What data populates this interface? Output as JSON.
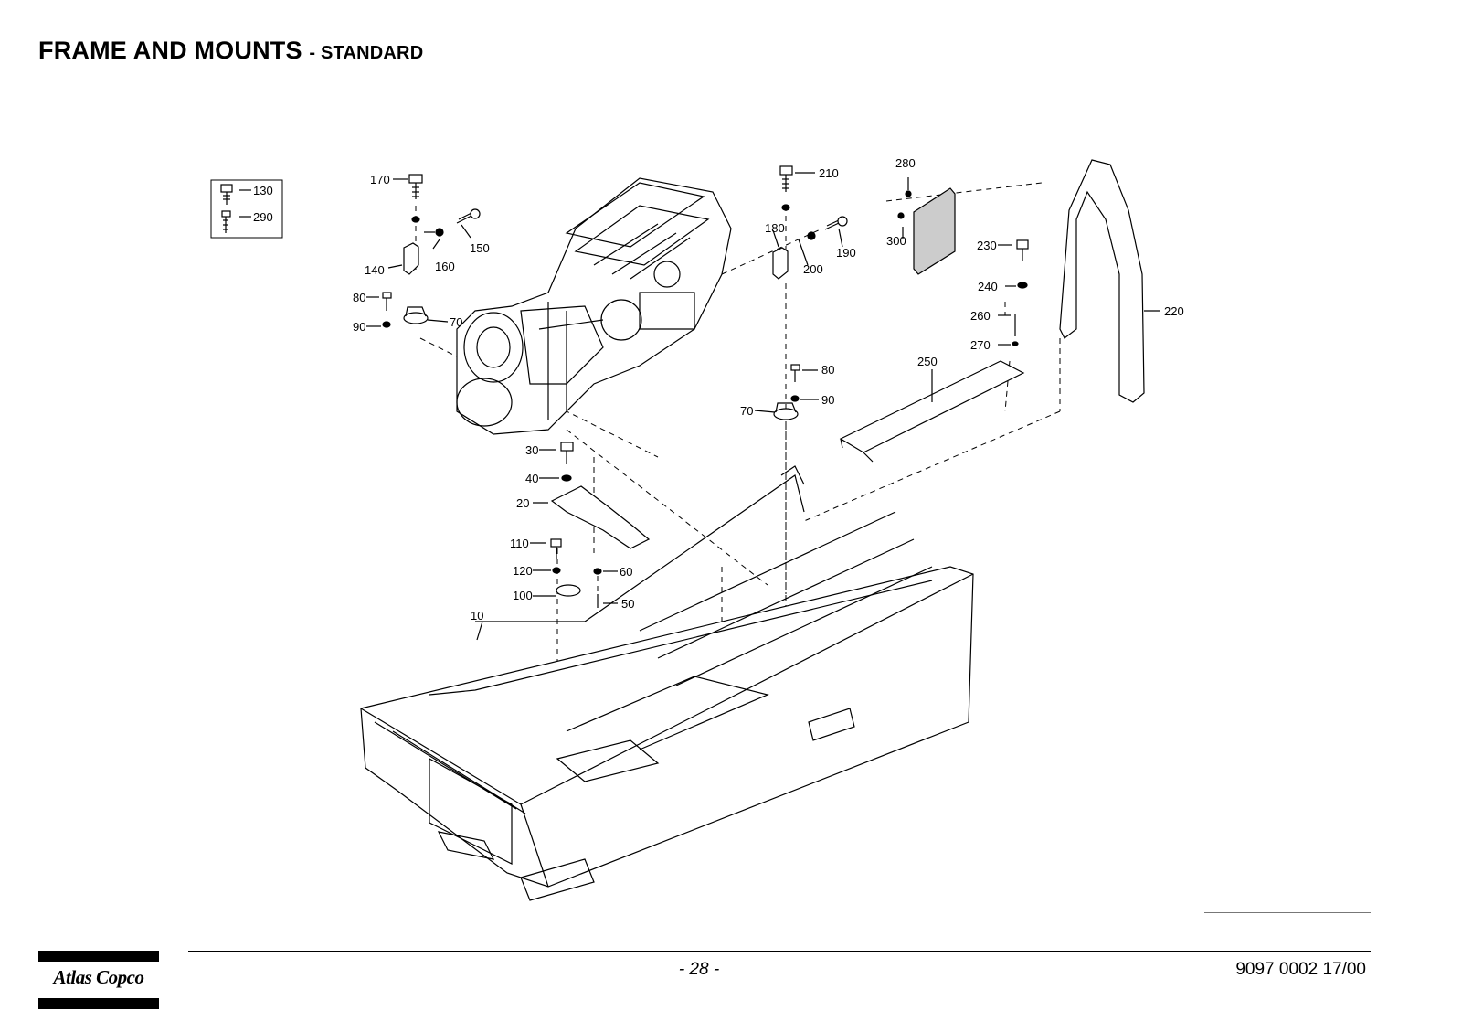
{
  "page": {
    "title_main": "FRAME AND MOUNTS",
    "title_sub": "- STANDARD",
    "page_number": "- 28 -",
    "document_number": "9097 0002 17/00",
    "logo_text": "Atlas Copco"
  },
  "labels": {
    "l130": "130",
    "l290": "290",
    "l170": "170",
    "l150": "150",
    "l160": "160",
    "l140": "140",
    "l80a": "80",
    "l90a": "90",
    "l70a": "70",
    "l210": "210",
    "l180": "180",
    "l190": "190",
    "l200": "200",
    "l280": "280",
    "l300": "300",
    "l230": "230",
    "l240": "240",
    "l220": "220",
    "l260": "260",
    "l270": "270",
    "l250": "250",
    "l80b": "80",
    "l90b": "90",
    "l70b": "70",
    "l30": "30",
    "l40": "40",
    "l20": "20",
    "l110": "110",
    "l120": "120",
    "l60": "60",
    "l100": "100",
    "l50": "50",
    "l10": "10"
  }
}
